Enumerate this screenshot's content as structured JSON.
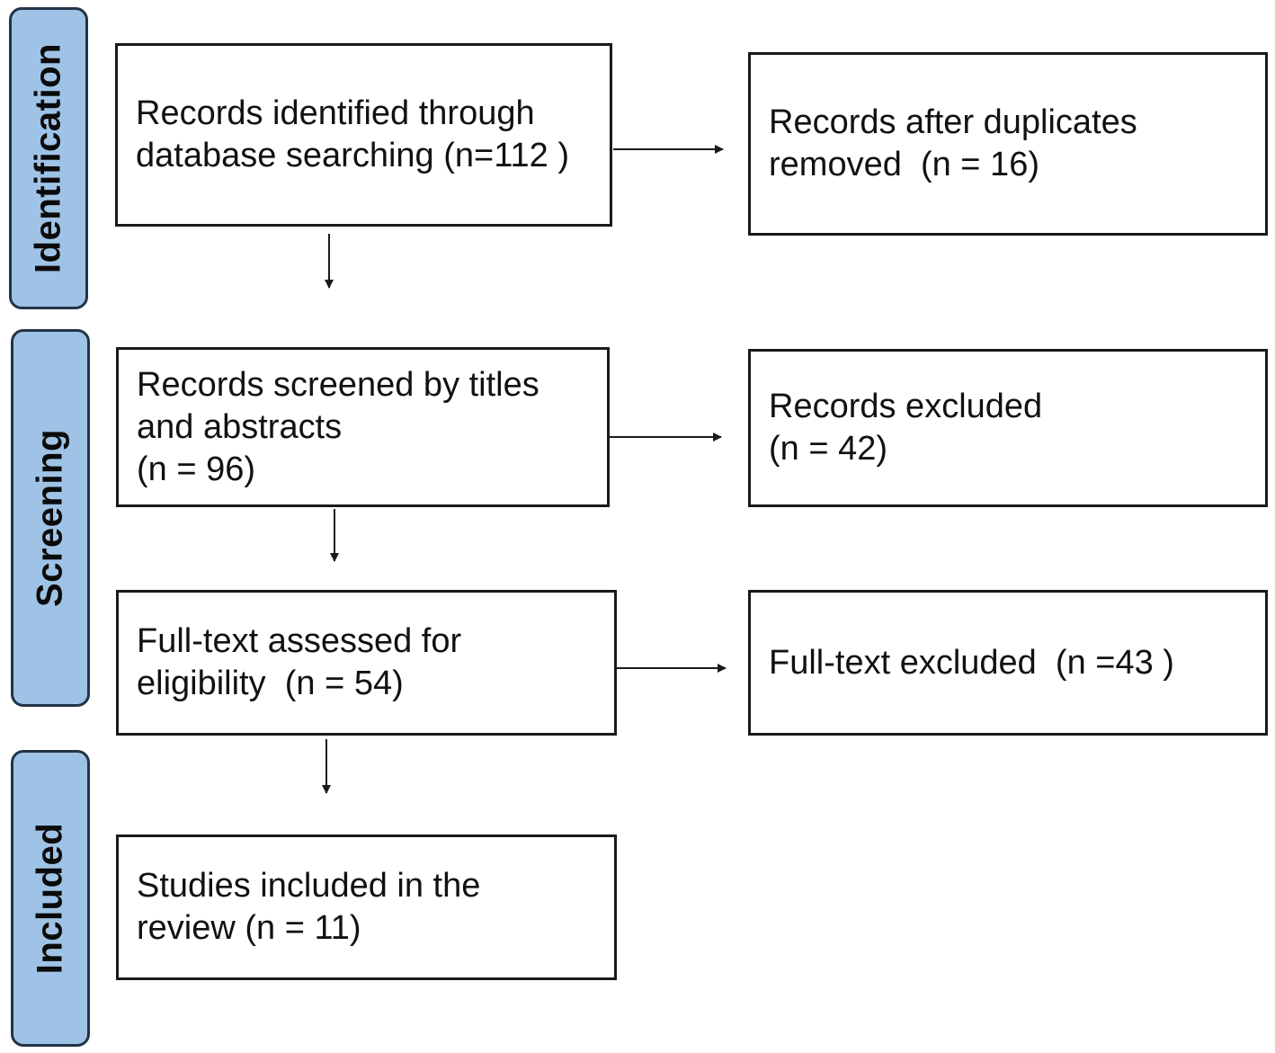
{
  "stages": {
    "identification": "Identification",
    "screening": "Screening",
    "included": "Included"
  },
  "boxes": {
    "records_identified": {
      "line1": "Records identified through",
      "line2": "database searching (n=112 )"
    },
    "duplicates_removed": {
      "line1": "Records after duplicates",
      "line2": "removed  (n = 16)"
    },
    "records_screened": {
      "line1": "Records screened by titles",
      "line2": "and abstracts",
      "line3": "(n = 96)"
    },
    "records_excluded": {
      "line1": "Records excluded",
      "line2": "(n = 42)"
    },
    "fulltext_assessed": {
      "line1": "Full-text assessed for",
      "line2": "eligibility  (n = 54)"
    },
    "fulltext_excluded": {
      "line1": "Full-text excluded  (n =43 )"
    },
    "studies_included": {
      "line1": "Studies included in the",
      "line2": "review (n = 11)"
    }
  },
  "colors": {
    "stage_fill": "#9fc3e6",
    "stage_border": "#243447",
    "box_border": "#1a1a1a",
    "arrow": "#1a1a1a"
  }
}
